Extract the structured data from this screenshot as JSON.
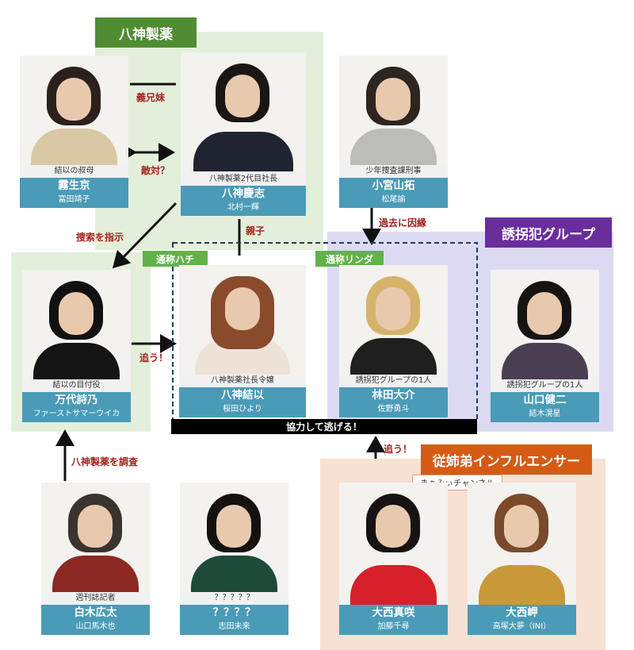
{
  "groups": {
    "yagami": "八神製薬",
    "kidnap": "誘拐犯グループ",
    "influencer": "従姉弟インフルエンサー",
    "channel": "まぁみぃチャンネル"
  },
  "nicknames": {
    "hachi": "通称ハチ",
    "linda": "通称リンダ"
  },
  "relations": {
    "gikyodai": "義兄妹",
    "tekitai": "敵対？",
    "sousaku": "捜索を指示",
    "oyako": "親子",
    "kako": "過去に因縁",
    "ou1": "追う！",
    "ou2": "追う！",
    "chousa": "八神製薬を調査",
    "kyouryoku": "協力して逃げる！"
  },
  "people": {
    "kiryu": {
      "role": "結以の叔母",
      "name": "霧生京",
      "actor": "富田靖子"
    },
    "keishi": {
      "role": "八神製薬2代目社長",
      "name": "八神慶志",
      "actor": "北村一輝"
    },
    "komiya": {
      "role": "少年捜査課刑事",
      "name": "小宮山拓",
      "actor": "松尾諭"
    },
    "mandai": {
      "role": "結以の目付役",
      "name": "万代詩乃",
      "actor": "ファーストサマーウイカ"
    },
    "yui": {
      "role": "八神製薬社長令嬢",
      "name": "八神結以",
      "actor": "桜田ひより"
    },
    "hayashida": {
      "role": "誘拐犯グループの1人",
      "name": "林田大介",
      "actor": "佐野勇斗"
    },
    "yamaguchi": {
      "role": "誘拐犯グループの1人",
      "name": "山口健二",
      "actor": "結木滉星"
    },
    "shiraki": {
      "role": "週刊誌記者",
      "name": "白木広太",
      "actor": "山口馬木也"
    },
    "unknown": {
      "role": "？？？？？",
      "name": "？？？？",
      "actor": "志田未来"
    },
    "maami": {
      "role": "",
      "name": "大西真咲",
      "actor": "加藤千尋"
    },
    "mii": {
      "role": "",
      "name": "大西岬",
      "actor": "高塚大夢（INI）"
    }
  },
  "colors": {
    "yagami_bg": "#e3efda",
    "yagami_tag": "#4f8d33",
    "kidnap_bg": "#dcdaf3",
    "kidnap_tag": "#6a2e9c",
    "influencer_bg": "#f6e1d2",
    "influencer_tag": "#d55b15",
    "namebox": "#4a9bb7",
    "relation_text": "#a3241e",
    "nickname": "#62b248"
  }
}
